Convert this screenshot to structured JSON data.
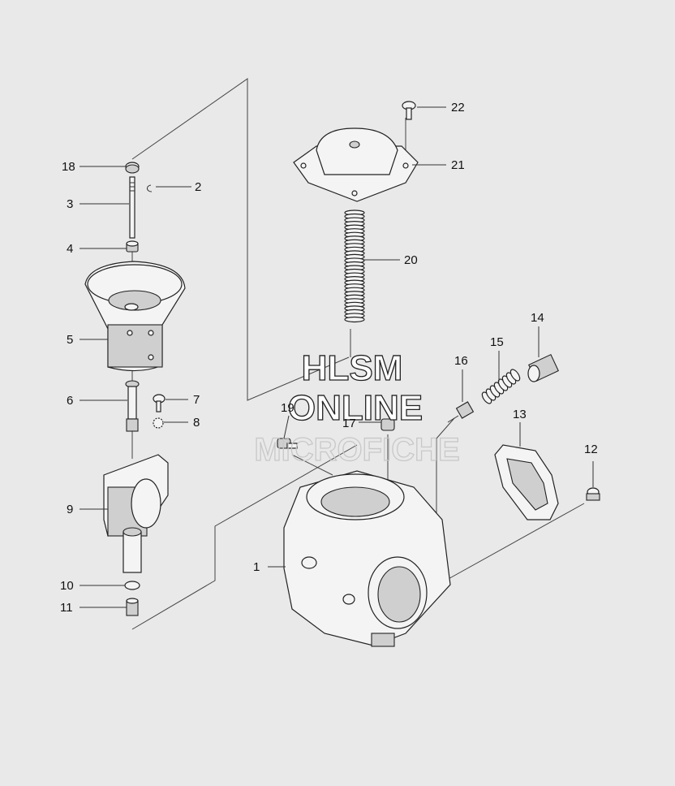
{
  "watermark": {
    "line1": "HLSM",
    "line2": "ONLINE",
    "line3": "MICROFICHE"
  },
  "callouts": [
    {
      "id": "c1",
      "label": "1"
    },
    {
      "id": "c2",
      "label": "2"
    },
    {
      "id": "c3",
      "label": "3"
    },
    {
      "id": "c4",
      "label": "4"
    },
    {
      "id": "c5",
      "label": "5"
    },
    {
      "id": "c6",
      "label": "6"
    },
    {
      "id": "c7",
      "label": "7"
    },
    {
      "id": "c8",
      "label": "8"
    },
    {
      "id": "c9",
      "label": "9"
    },
    {
      "id": "c10",
      "label": "10"
    },
    {
      "id": "c11",
      "label": "11"
    },
    {
      "id": "c12",
      "label": "12"
    },
    {
      "id": "c13",
      "label": "13"
    },
    {
      "id": "c14",
      "label": "14"
    },
    {
      "id": "c15",
      "label": "15"
    },
    {
      "id": "c16",
      "label": "16"
    },
    {
      "id": "c17",
      "label": "17"
    },
    {
      "id": "c18",
      "label": "18"
    },
    {
      "id": "c19",
      "label": "19"
    },
    {
      "id": "c20",
      "label": "20"
    },
    {
      "id": "c21",
      "label": "21"
    },
    {
      "id": "c22",
      "label": "22"
    }
  ],
  "colors": {
    "background": "#e9e9e9",
    "line": "#222222",
    "watermark_fill": "#ffffff",
    "watermark_outline": "#222222",
    "watermark_faint": "#c8c8c8"
  }
}
